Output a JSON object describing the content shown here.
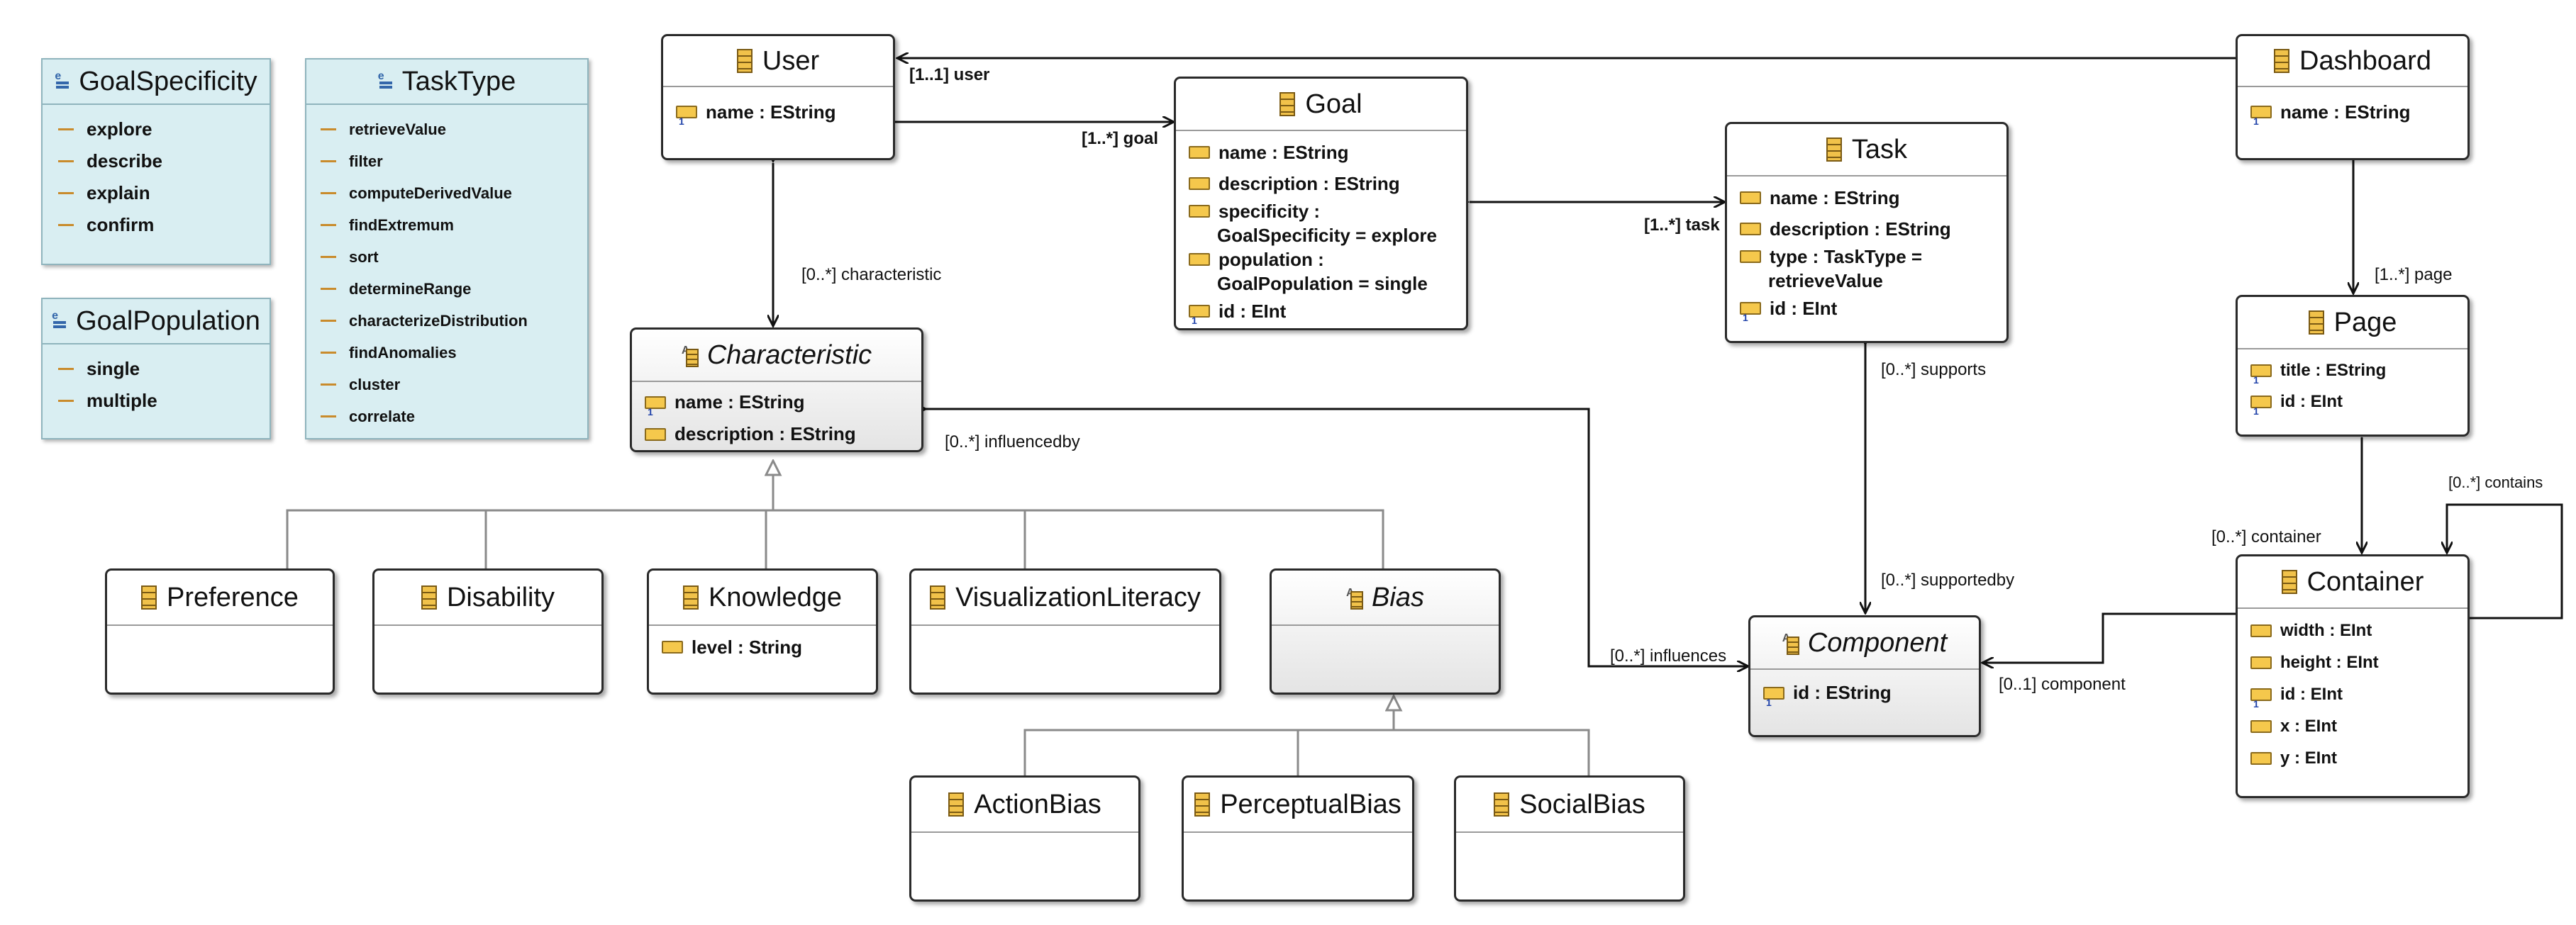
{
  "enums": {
    "goal_specificity": {
      "name": "GoalSpecificity",
      "literals": [
        "explore",
        "describe",
        "explain",
        "confirm"
      ]
    },
    "goal_population": {
      "name": "GoalPopulation",
      "literals": [
        "single",
        "multiple"
      ]
    },
    "task_type": {
      "name": "TaskType",
      "literals": [
        "retrieveValue",
        "filter",
        "computeDerivedValue",
        "findExtremum",
        "sort",
        "determineRange",
        "characterizeDistribution",
        "findAnomalies",
        "cluster",
        "correlate"
      ]
    }
  },
  "classes": {
    "user": {
      "name": "User",
      "attributes": [
        "name : EString"
      ]
    },
    "goal": {
      "name": "Goal",
      "attributes": [
        "name : EString",
        "description : EString",
        "specificity :",
        "GoalSpecificity = explore",
        "population :",
        "GoalPopulation = single",
        "id : EInt"
      ]
    },
    "task": {
      "name": "Task",
      "attributes": [
        "name : EString",
        "description : EString",
        "type : TaskType =",
        "retrieveValue",
        "id : EInt"
      ]
    },
    "dashboard": {
      "name": "Dashboard",
      "attributes": [
        "name : EString"
      ]
    },
    "page": {
      "name": "Page",
      "attributes": [
        "title : EString",
        "id : EInt"
      ]
    },
    "container": {
      "name": "Container",
      "attributes": [
        "width : EInt",
        "height : EInt",
        "id : EInt",
        "x : EInt",
        "y : EInt"
      ]
    },
    "characteristic": {
      "name": "Characteristic",
      "abstract": true,
      "attributes": [
        "name : EString",
        "description : EString"
      ]
    },
    "component": {
      "name": "Component",
      "abstract": true,
      "attributes": [
        "id : EString"
      ]
    },
    "bias": {
      "name": "Bias",
      "abstract": true,
      "attributes": []
    },
    "preference": {
      "name": "Preference",
      "attributes": []
    },
    "disability": {
      "name": "Disability",
      "attributes": []
    },
    "knowledge": {
      "name": "Knowledge",
      "attributes": [
        "level : String"
      ]
    },
    "visualization_literacy": {
      "name": "VisualizationLiteracy",
      "attributes": []
    },
    "action_bias": {
      "name": "ActionBias",
      "attributes": []
    },
    "perceptual_bias": {
      "name": "PerceptualBias",
      "attributes": []
    },
    "social_bias": {
      "name": "SocialBias",
      "attributes": []
    }
  },
  "references": {
    "user": "[1..1] user",
    "goal": "[1..*] goal",
    "task": "[1..*] task",
    "characteristic": "[0..*] characteristic",
    "influencedby": "[0..*] influencedby",
    "influences": "[0..*] influences",
    "supports": "[0..*] supports",
    "supportedby": "[0..*] supportedby",
    "component": "[0..1] component",
    "page": "[1..*] page",
    "container": "[0..*] container",
    "contains": "[0..*] contains"
  },
  "colors": {
    "enum_fill": "#d9eef2",
    "enum_border": "#8fb4bd",
    "class_border": "#2a2a2a",
    "attribute_icon": "#f5c84c",
    "literal_dash": "#c98b2c",
    "edge": "#111111",
    "inheritance_edge": "#8a8a8a"
  }
}
